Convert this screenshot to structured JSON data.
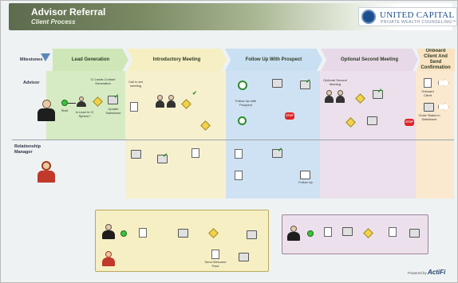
{
  "header": {
    "title": "Advisor Referral",
    "subtitle": "Client Process",
    "logo_main": "UNITED CAPITAL",
    "logo_tag": "PRIVATE WEALTH COUNSELING™"
  },
  "lanes": {
    "milestones": "Milestones",
    "advisor": "Advisor",
    "relationship_manager": "Relationship Manager"
  },
  "stages": [
    {
      "label": "Lead Generation",
      "color": "#cfe7b8"
    },
    {
      "label": "Introductory Meeting",
      "color": "#f6efc4"
    },
    {
      "label": "Follow Up With Prospect",
      "color": "#c9dff2"
    },
    {
      "label": "Optional Second Meeting",
      "color": "#e7d9e7"
    },
    {
      "label": "Onboard Client And Send Confirmation",
      "color": "#f9e3c2"
    }
  ],
  "steps": {
    "start": "Start",
    "cold_call": "CI Leads Contact Generation",
    "is_lead_in": "Is Lead In CI Sphere?",
    "update_salesforce": "Update Salesforce",
    "call_to_set_meeting": "Call to set meeting",
    "stop": "STOP",
    "send_welcome": "Send Welcome Pack",
    "prospect_follow_up": "Follow Up with Prospect",
    "second_meeting": "Optional Second Meeting",
    "onboard": "Onboard Client",
    "follow_up": "Follow Up",
    "close_status": "Close Status in Salesforce"
  },
  "powered_by": "Powered by",
  "brand": "ActiFi"
}
